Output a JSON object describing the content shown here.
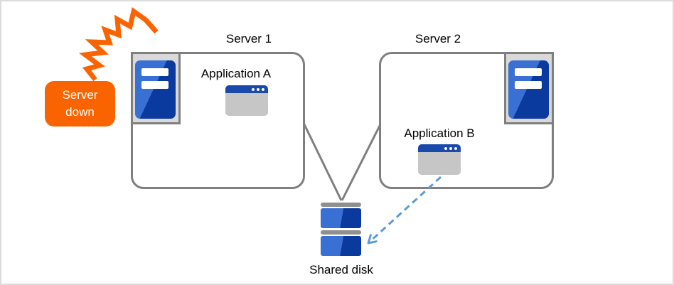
{
  "server1": {
    "label": "Server 1",
    "app_label": "Application A"
  },
  "server2": {
    "label": "Server 2",
    "app_label": "Application B"
  },
  "shared_disk": {
    "label": "Shared disk"
  },
  "alert": {
    "line1": "Server",
    "line2": "down"
  },
  "colors": {
    "accent_orange": "#FA6400",
    "server_blue_light": "#3A6FD4",
    "server_blue_dark": "#0B3A9E",
    "window_titlebar_blue": "#1A49AC",
    "window_body_gray": "#C6C6C6",
    "icon_frame_gray": "#D9D9D9",
    "box_border_gray": "#7F7F7F",
    "disk_bar_gray": "#8F8F8F",
    "dashed_arrow_blue": "#5B9BD5"
  },
  "icons": {
    "crash": "crash-flash-icon",
    "server_tower": "server-tower-icon",
    "app_window": "app-window-icon",
    "disk_stack": "disk-stack-icon"
  },
  "connections": [
    {
      "from": "Server 1",
      "to": "Shared disk",
      "style": "solid-line"
    },
    {
      "from": "Server 2",
      "to": "Shared disk",
      "style": "solid-line"
    },
    {
      "from": "Application B",
      "to": "Shared disk",
      "style": "dashed-arrow"
    }
  ]
}
